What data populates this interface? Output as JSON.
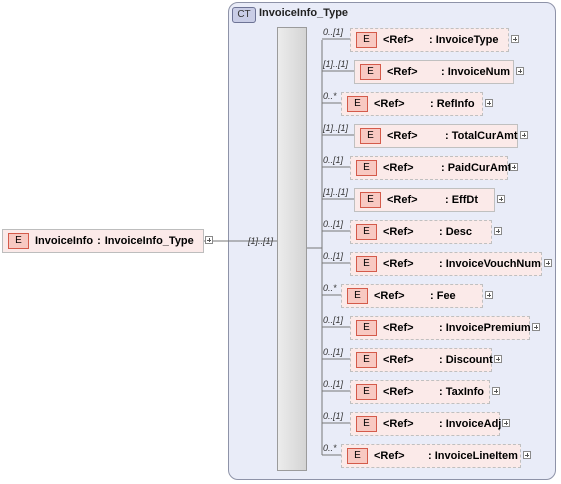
{
  "complex_type": {
    "tag": "CT",
    "name": "InvoiceInfo_Type"
  },
  "root": {
    "tag": "E",
    "label": "InvoiceInfo",
    "sep": ":",
    "type": "InvoiceInfo_Type",
    "cardinality": "[1]..[1]"
  },
  "children": [
    {
      "tag": "E",
      "ref": "<Ref>",
      "name": ": InvoiceType",
      "card": "0..[1]",
      "optional": true
    },
    {
      "tag": "E",
      "ref": "<Ref>",
      "name": ": InvoiceNum",
      "card": "[1]..[1]",
      "optional": false
    },
    {
      "tag": "E",
      "ref": "<Ref>",
      "name": ": RefInfo",
      "card": "0..*",
      "optional": true
    },
    {
      "tag": "E",
      "ref": "<Ref>",
      "name": ": TotalCurAmt",
      "card": "[1]..[1]",
      "optional": false
    },
    {
      "tag": "E",
      "ref": "<Ref>",
      "name": ": PaidCurAmt",
      "card": "0..[1]",
      "optional": true
    },
    {
      "tag": "E",
      "ref": "<Ref>",
      "name": ": EffDt",
      "card": "[1]..[1]",
      "optional": false
    },
    {
      "tag": "E",
      "ref": "<Ref>",
      "name": ": Desc",
      "card": "0..[1]",
      "optional": true
    },
    {
      "tag": "E",
      "ref": "<Ref>",
      "name": ": InvoiceVouchNum",
      "card": "0..[1]",
      "optional": true
    },
    {
      "tag": "E",
      "ref": "<Ref>",
      "name": ": Fee",
      "card": "0..*",
      "optional": true
    },
    {
      "tag": "E",
      "ref": "<Ref>",
      "name": ": InvoicePremium",
      "card": "0..[1]",
      "optional": true
    },
    {
      "tag": "E",
      "ref": "<Ref>",
      "name": ": Discount",
      "card": "0..[1]",
      "optional": true
    },
    {
      "tag": "E",
      "ref": "<Ref>",
      "name": ": TaxInfo",
      "card": "0..[1]",
      "optional": true
    },
    {
      "tag": "E",
      "ref": "<Ref>",
      "name": ": InvoiceAdj",
      "card": "0..[1]",
      "optional": true
    },
    {
      "tag": "E",
      "ref": "<Ref>",
      "name": ": InvoiceLineItem",
      "card": "0..*",
      "optional": true
    }
  ]
}
